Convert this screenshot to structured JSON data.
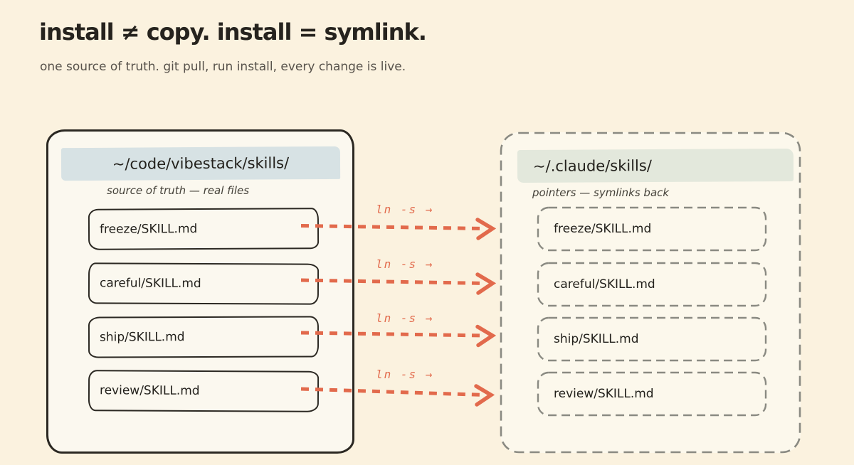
{
  "title": "install ≠ copy. install = symlink.",
  "subtitle": "one source of truth. git pull, run install, every change is live.",
  "source_panel": {
    "path": "~/code/vibestack/skills/",
    "caption": "source of truth — real files",
    "items": [
      "freeze/SKILL.md",
      "careful/SKILL.md",
      "ship/SKILL.md",
      "review/SKILL.md"
    ]
  },
  "target_panel": {
    "path": "~/.claude/skills/",
    "caption": "pointers — symlinks back",
    "items": [
      "freeze/SKILL.md",
      "careful/SKILL.md",
      "ship/SKILL.md",
      "review/SKILL.md"
    ]
  },
  "connections": [
    {
      "label": "ln -s →"
    },
    {
      "label": "ln -s →"
    },
    {
      "label": "ln -s →"
    },
    {
      "label": "ln -s →"
    }
  ],
  "colors": {
    "background": "#fbf2df",
    "panel_fill": "#fbf8ef",
    "target_panel_fill": "#fcf8ec",
    "ink": "#2b2822",
    "source_header_highlight": "#d7e2e4",
    "target_header_highlight": "#e3e8dc",
    "dashed_border": "#8a8a82",
    "arrow": "#e26a4c"
  }
}
